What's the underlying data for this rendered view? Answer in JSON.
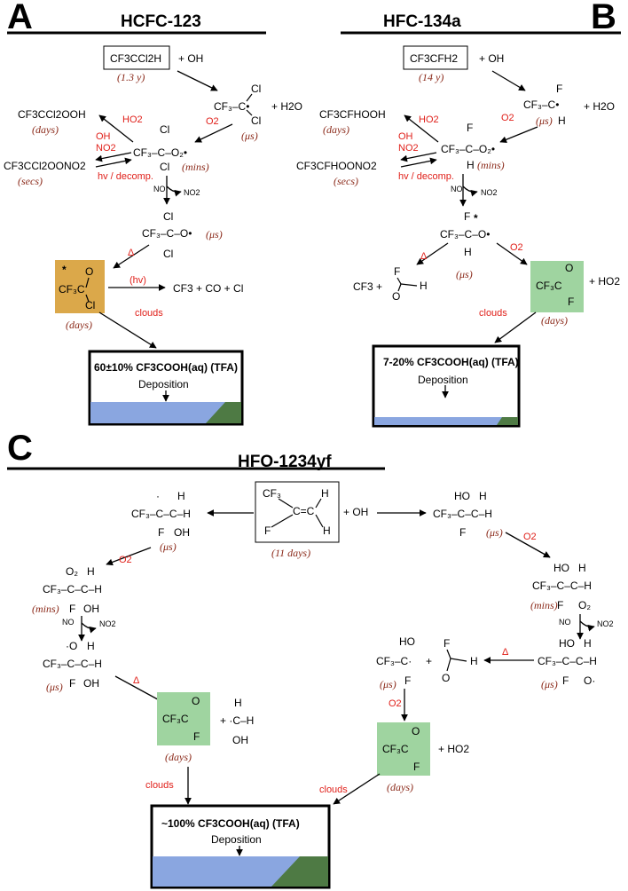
{
  "panels": {
    "A": {
      "letter": "A",
      "title": "HCFC-123",
      "reactant": "CF3CCl2H",
      "reactant_life": "(1.3 y)",
      "oh": "+  OH",
      "water": "+ H2O",
      "radical_life": "(μs)",
      "o2": "O2",
      "peroxy_life": "(mins)",
      "ho2": "HO2",
      "ooh": "CF3CCl2OOH",
      "ooh_life": "(days)",
      "oh_no2": [
        "OH",
        "NO2"
      ],
      "pan": "CF3CCl2OONO2",
      "pan_life": "(secs)",
      "hv": "hv / decomp.",
      "no": "NO",
      "no2": "NO2",
      "alkoxy_life": "(μs)",
      "delta": "Δ",
      "acyl_life": "(days)",
      "hv2": "(hv)",
      "products": "CF3  +  CO  + Cl",
      "clouds": "clouds",
      "tfa": "60±10% CF3COOH(aq) (TFA)",
      "deposition": "Deposition"
    },
    "B": {
      "letter": "B",
      "title": "HFC-134a",
      "reactant": "CF3CFH2",
      "reactant_life": "(14 y)",
      "oh": "+  OH",
      "water": "+ H2O",
      "radical_life": "(μs)",
      "o2": "O2",
      "peroxy_life": "(mins)",
      "ho2": "HO2",
      "ooh": "CF3CFHOOH",
      "ooh_life": "(days)",
      "oh_no2": [
        "OH",
        "NO2"
      ],
      "pan": "CF3CFHOONO2",
      "pan_life": "(secs)",
      "hv": "hv / decomp.",
      "no": "NO",
      "no2": "NO2",
      "delta": "Δ",
      "alkoxy_life": "(μs)",
      "o2b": "O2",
      "cf3": "CF3  +",
      "ho2b": "+ HO2",
      "acyl_life": "(days)",
      "clouds": "clouds",
      "tfa": "7-20% CF3COOH(aq) (TFA)",
      "deposition": "Deposition"
    },
    "C": {
      "letter": "C",
      "title": "HFO-1234yf",
      "reactant_life": "(11 days)",
      "oh": "+ OH",
      "left_life1": "(μs)",
      "o2_l": "O2",
      "left_life2": "(mins)",
      "no": "NO",
      "no2": "NO2",
      "left_life3": "(μs)",
      "delta_l": "Δ",
      "acyl_life_l": "(days)",
      "clouds_l": "clouds",
      "right_life1": "(μs)",
      "o2_r": "O2",
      "right_life2": "(mins)",
      "no_r": "NO",
      "no2_r": "NO2",
      "right_life3": "(μs)",
      "delta_r": "Δ",
      "right_life4": "(μs)",
      "o2_r2": "O2",
      "ho2": "+ HO2",
      "acyl_life_r": "(days)",
      "clouds_r": "clouds",
      "tfa": "~100% CF3COOH(aq) (TFA)",
      "deposition": "Deposition"
    }
  },
  "colors": {
    "acyl_orange": "#dba84a",
    "acyl_green": "#9fd4a0",
    "water_blue": "#8aa6e0",
    "land_green": "#4e7a44",
    "red": "#e0201a",
    "lifetime": "#8b2a1a"
  }
}
